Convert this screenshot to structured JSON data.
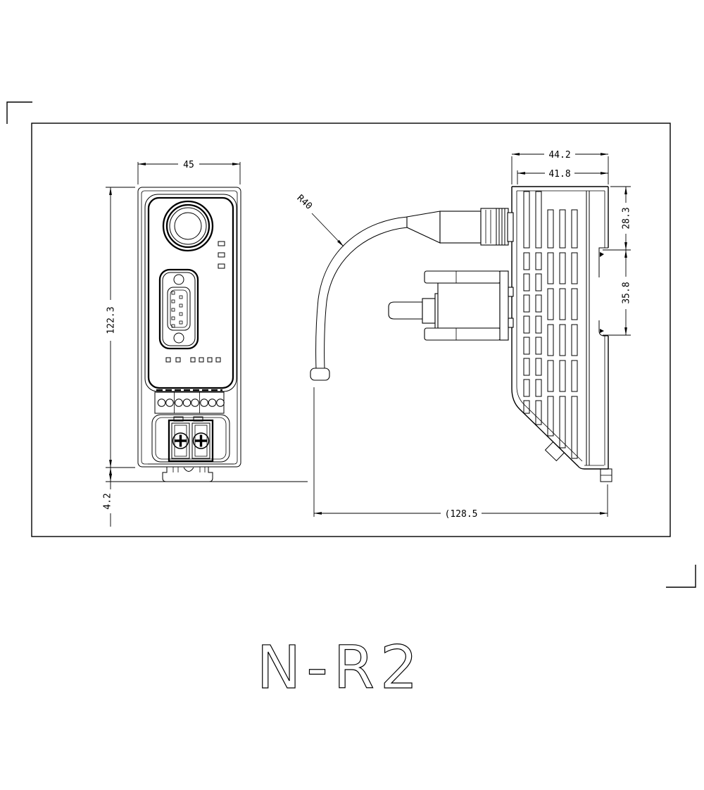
{
  "drawing": {
    "title": "N-R2",
    "views": {
      "front": {
        "dims": {
          "width": "45",
          "height": "122.3",
          "clip_offset": "4.2"
        }
      },
      "side": {
        "dims": {
          "overall_width": "44.2",
          "body_width": "41.8",
          "top_to_rail": "28.3",
          "rail_recess": "35.8",
          "overall_depth": "(128.5",
          "cable_radius": "R40"
        }
      }
    }
  }
}
